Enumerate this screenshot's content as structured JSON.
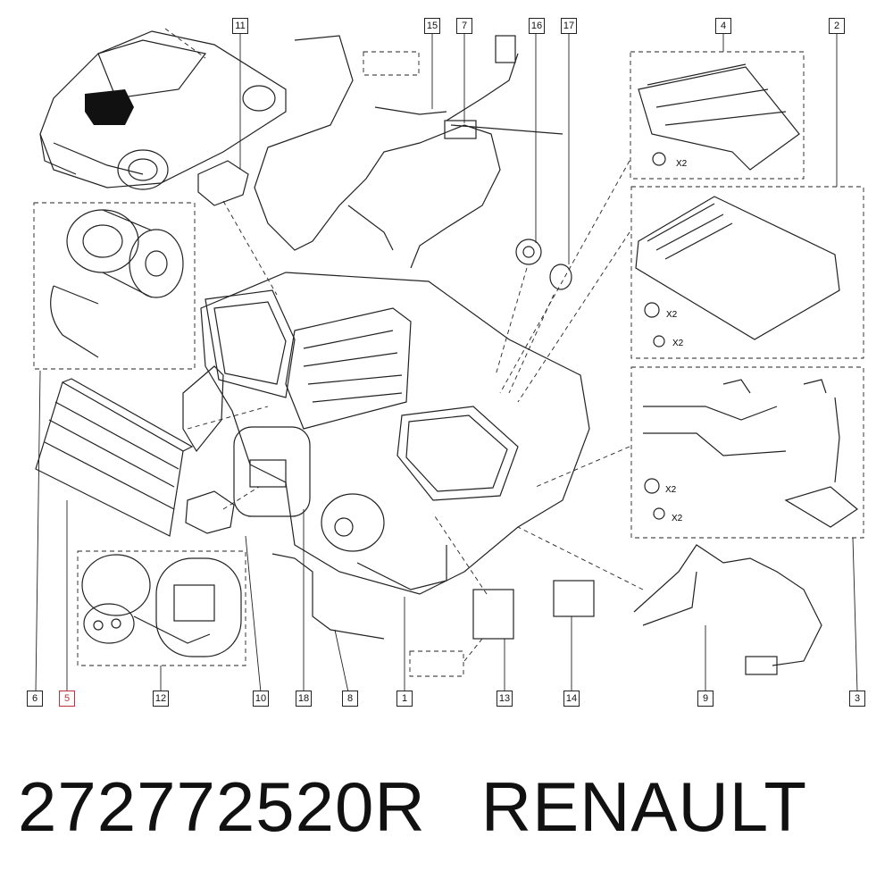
{
  "callouts": {
    "n1": "1",
    "n2": "2",
    "n3": "3",
    "n4": "4",
    "n5": "5",
    "n6": "6",
    "n7": "7",
    "n8": "8",
    "n9": "9",
    "n10": "10",
    "n11": "11",
    "n12": "12",
    "n13": "13",
    "n14": "14",
    "n15": "15",
    "n16": "16",
    "n17": "17",
    "n18": "18"
  },
  "highlighted_callout": "5",
  "quantity_labels": {
    "q4": "X2",
    "q2a": "X2",
    "q2b": "X2",
    "q3a": "X2",
    "q3b": "X2"
  },
  "caption": {
    "part_number": "272772520R",
    "brand": "RENAULT"
  },
  "colors": {
    "line": "#222222",
    "highlight": "#c0303a",
    "background": "#ffffff"
  }
}
